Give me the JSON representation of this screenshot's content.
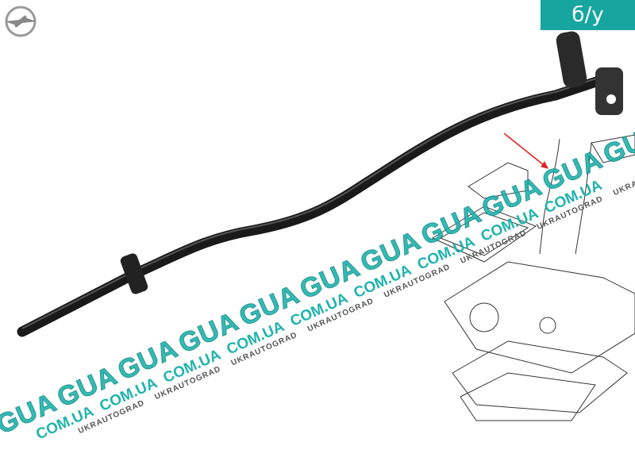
{
  "badge": {
    "label": "б/у",
    "color": "#17a5a0"
  },
  "brand_logo": {
    "icon": "opel-logo"
  },
  "watermark": {
    "brand": "GUA",
    "domain": "COM.UA",
    "name": "UKRAUTOGRAD"
  }
}
